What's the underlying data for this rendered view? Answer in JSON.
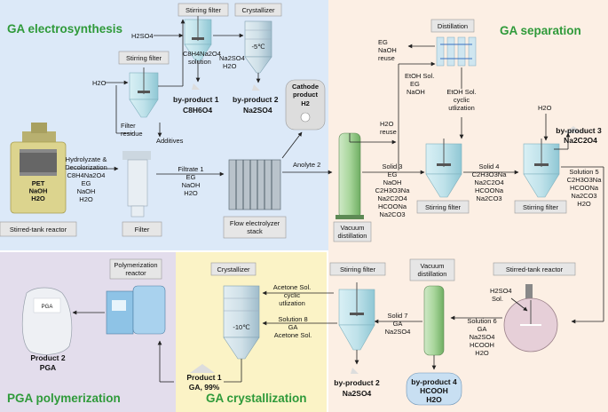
{
  "sections": {
    "electrosynthesis": "GA electrosynthesis",
    "separation": "GA separation",
    "polymerization": "PGA polymerization",
    "crystallization": "GA crystallization"
  },
  "colors": {
    "electrosynthesis_bg": "#dce9f8",
    "separation_bg": "#fcefe4",
    "polymerization_bg": "#e3ddec",
    "crystallization_bg": "#fbf3c6",
    "section_title": "#2f9a3a",
    "equipment": "#bfe2ea",
    "arrow": "#222222"
  },
  "equipment": {
    "stirring_filter_top": "Stirring filter",
    "crystallizer_top": "Crystallizer",
    "crystallizer_temp_top": "-5℃",
    "stirring_filter_left": "Stirring filter",
    "stirred_tank_reactor": "Stirred-tank reactor",
    "filter": "Filter",
    "flow_electrolyzer": [
      "Flow electrolyzer",
      "stack"
    ],
    "cathode_product": [
      "Cathode",
      "product"
    ],
    "vacuum_distillation_1": [
      "Vacuum",
      "distillation"
    ],
    "distillation_top": "Distillation",
    "stirring_filter_mid": "Stirring filter",
    "stirring_filter_right": "Stirring filter",
    "stirred_tank_reactor_2": "Stirred-tank reactor",
    "vacuum_distillation_2": [
      "Vacuum",
      "distillation"
    ],
    "stirring_filter_bottom": "Stirring filter",
    "crystallizer_bottom": "Crystallizer",
    "crystallizer_temp_bottom": "-10℃",
    "polymerization_reactor": [
      "Polymerization",
      "reactor"
    ]
  },
  "labels": {
    "h2so4_top": "H2SO4",
    "c8h4na2o4_solution": [
      "C8H4Na2O4",
      "solution"
    ],
    "na2so4_h2o": [
      "Na2SO4",
      "H2O"
    ],
    "h2o_left": "H2O",
    "byproduct1": [
      "by-product 1",
      "C8H6O4"
    ],
    "byproduct2_top": [
      "by-product 2",
      "Na2SO4"
    ],
    "cathode_h2": "H2",
    "filter_residue": [
      "Filter",
      "residue"
    ],
    "additives": "Additives",
    "pet_block": [
      "PET",
      "NaOH",
      "H2O"
    ],
    "hydrolyzate": [
      "Hydrolyzate &",
      "Decolorization",
      "C8H4Na2O4",
      "EG",
      "NaOH",
      "H2O"
    ],
    "filtrate1": [
      "Filtrate 1",
      "EG",
      "NaOH",
      "H2O"
    ],
    "anolyte2": "Anolyte 2",
    "eg_naoh_reuse": [
      "EG",
      "NaOH",
      "reuse"
    ],
    "etoh_sol_eg_naoh": [
      "EtOH Sol.",
      "EG",
      "NaOH"
    ],
    "etoh_cyclic": [
      "EtOH Sol.",
      "cyclic",
      "utlization"
    ],
    "h2o_reuse": [
      "H2O",
      "reuse"
    ],
    "h2o_right": "H2O",
    "byproduct3": [
      "by-product 3",
      "Na2C2O4"
    ],
    "solid3": [
      "Solid 3",
      "EG",
      "NaOH",
      "C2H3O3Na",
      "Na2C2O4",
      "HCOONa",
      "Na2CO3"
    ],
    "solid4": [
      "Solid 4",
      "C2H3O3Na",
      "Na2C2O4",
      "HCOONa",
      "Na2CO3"
    ],
    "solution5": [
      "Solution 5",
      "C2H3O3Na",
      "HCOONa",
      "Na2CO3",
      "H2O"
    ],
    "h2so4_sol": [
      "H2SO4",
      "Sol."
    ],
    "solution6": [
      "Solution 6",
      "GA",
      "Na2SO4",
      "HCOOH",
      "H2O"
    ],
    "solid7": [
      "Solid 7",
      "GA",
      "Na2SO4"
    ],
    "byproduct4": [
      "by-product 4",
      "HCOOH",
      "H2O"
    ],
    "byproduct2_bottom": [
      "by-product 2",
      "Na2SO4"
    ],
    "acetone_cyclic": [
      "Acetone Sol.",
      "cyclic",
      "utlization"
    ],
    "solution8": [
      "Solution 8",
      "GA",
      "Acetone Sol."
    ],
    "product1": [
      "Product 1",
      "GA, 99%"
    ],
    "product2": [
      "Product 2",
      "PGA"
    ],
    "bag_text": "PGA"
  }
}
